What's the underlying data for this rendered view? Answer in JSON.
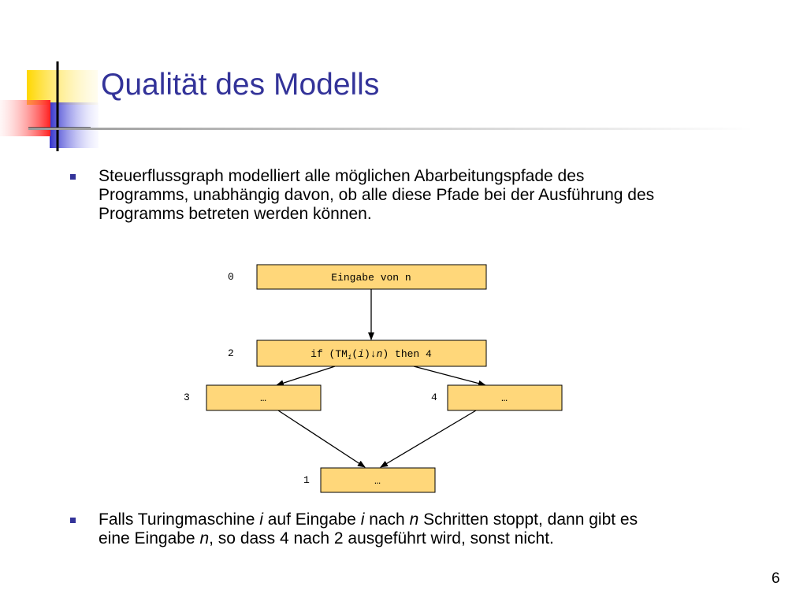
{
  "slide": {
    "title": "Qualität des Modells",
    "page_number": "6"
  },
  "bullets": [
    {
      "lines": [
        "Steuerflussgraph modelliert alle möglichen Abarbeitungspfade des",
        "Programms, unabhängig davon, ob alle diese Pfade bei der Ausführung des",
        "Programms betreten werden können."
      ]
    },
    {
      "line1": {
        "a": "Falls Turingmaschine ",
        "i1": "i",
        "b": " auf Eingabe ",
        "i2": "i",
        "c": " nach ",
        "n1": "n",
        "d": " Schritten stoppt, dann gibt es"
      },
      "line2": {
        "a": "eine Eingabe ",
        "n2": "n",
        "b": ", so dass 4 nach 2 ausgeführt wird, sonst nicht."
      }
    }
  ],
  "diagram": {
    "nodes": [
      {
        "id": "0",
        "label": "Eingabe von n"
      },
      {
        "id": "2",
        "label_parts": {
          "pre": "if (TM",
          "sub": "i",
          "paren_open": "(",
          "arg": "i",
          "paren_close": ")",
          "arrow": "↓",
          "n": "n",
          "post": ") then 4"
        }
      },
      {
        "id": "3",
        "label": "…"
      },
      {
        "id": "4",
        "label": "…"
      },
      {
        "id": "1",
        "label": "…"
      }
    ],
    "edges": [
      {
        "from": "0",
        "to": "2"
      },
      {
        "from": "2",
        "to": "3"
      },
      {
        "from": "2",
        "to": "4"
      },
      {
        "from": "3",
        "to": "1"
      },
      {
        "from": "4",
        "to": "1"
      }
    ]
  },
  "colors": {
    "title": "#333399",
    "node_fill": "#ffd77a",
    "deco_yellow": "#ffd700",
    "deco_blue": "#3333cc",
    "deco_red": "#ff3333"
  }
}
